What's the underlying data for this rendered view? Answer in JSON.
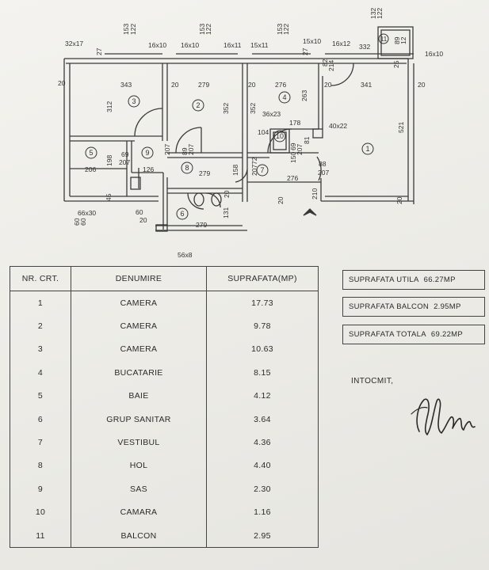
{
  "plan": {
    "rooms": [
      {
        "num": "1"
      },
      {
        "num": "2"
      },
      {
        "num": "3"
      },
      {
        "num": "4"
      },
      {
        "num": "5"
      },
      {
        "num": "6"
      },
      {
        "num": "7"
      },
      {
        "num": "8"
      },
      {
        "num": "9"
      },
      {
        "num": "10"
      },
      {
        "num": "11"
      }
    ],
    "dims": [
      "32x17",
      "27",
      "153",
      "122",
      "16x10",
      "16x10",
      "153",
      "122",
      "16x11",
      "15x11",
      "153",
      "122",
      "27",
      "15x10",
      "16x12",
      "332",
      "132",
      "122",
      "89",
      "12",
      "16x10",
      "82",
      "214",
      "25",
      "20",
      "343",
      "20",
      "279",
      "20",
      "276",
      "20",
      "341",
      "20",
      "312",
      "352",
      "352",
      "263",
      "521",
      "36x23",
      "178",
      "104",
      "40x22",
      "69",
      "207",
      "89",
      "207",
      "198",
      "206",
      "126",
      "279",
      "72",
      "207",
      "158",
      "88",
      "207",
      "276",
      "45",
      "66x30",
      "60",
      "60",
      "60",
      "279",
      "131",
      "56x8",
      "69",
      "207",
      "20",
      "20",
      "81",
      "150",
      "210",
      "20",
      "20",
      "207"
    ]
  },
  "table": {
    "headers": {
      "nr": "NR. CRT.",
      "name": "DENUMIRE",
      "area": "SUPRAFATA(MP)"
    },
    "rows": [
      {
        "nr": "1",
        "name": "CAMERA",
        "area": "17.73"
      },
      {
        "nr": "2",
        "name": "CAMERA",
        "area": "9.78"
      },
      {
        "nr": "3",
        "name": "CAMERA",
        "area": "10.63"
      },
      {
        "nr": "4",
        "name": "BUCATARIE",
        "area": "8.15"
      },
      {
        "nr": "5",
        "name": "BAIE",
        "area": "4.12"
      },
      {
        "nr": "6",
        "name": "GRUP SANITAR",
        "area": "3.64"
      },
      {
        "nr": "7",
        "name": "VESTIBUL",
        "area": "4.36"
      },
      {
        "nr": "8",
        "name": "HOL",
        "area": "4.40"
      },
      {
        "nr": "9",
        "name": "SAS",
        "area": "2.30"
      },
      {
        "nr": "10",
        "name": "CAMARA",
        "area": "1.16"
      },
      {
        "nr": "11",
        "name": "BALCON",
        "area": "2.95"
      }
    ]
  },
  "summary": {
    "utila": {
      "label": "SUPRAFATA UTILA",
      "value": "66.27MP"
    },
    "balcon": {
      "label": "SUPRAFATA BALCON",
      "value": "2.95MP"
    },
    "totala": {
      "label": "SUPRAFATA TOTALA",
      "value": "69.22MP"
    }
  },
  "intocmit": "INTOCMIT,"
}
